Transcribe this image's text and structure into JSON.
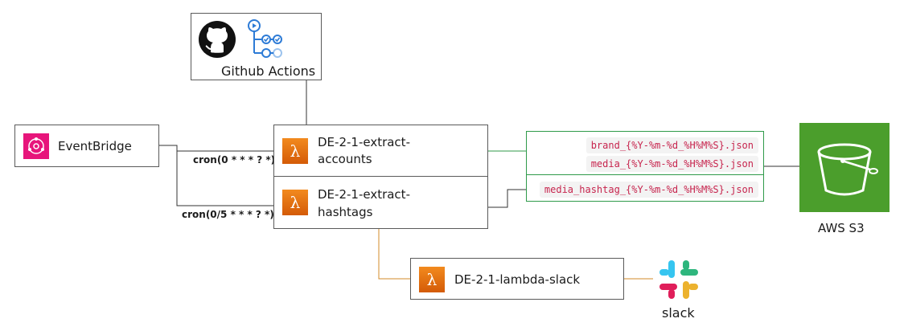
{
  "nodes": {
    "github": {
      "label": "Github Actions"
    },
    "eventbridge": {
      "label": "EventBridge"
    },
    "extract_accounts": {
      "label_line1": "DE-2-1-extract-",
      "label_line2": "accounts"
    },
    "extract_hashtags": {
      "label_line1": "DE-2-1-extract-",
      "label_line2": "hashtags"
    },
    "lambda_slack": {
      "label": "DE-2-1-lambda-slack"
    },
    "s3": {
      "label": "AWS S3"
    },
    "slack": {
      "label": "slack"
    }
  },
  "edges": {
    "cron_accounts": "cron(0 * * * ? *)",
    "cron_hashtags": "cron(0/5 * * * ? *)"
  },
  "files": {
    "brand": "brand_{%Y-%m-%d_%H%M%S}.json",
    "media": "media_{%Y-%m-%d_%H%M%S}.json",
    "media_hashtag": "media_hashtag_{%Y-%m-%d_%H%M%S}.json"
  },
  "colors": {
    "eventbridge": "#e7157b",
    "lambda": "#e8731a",
    "s3": "#4b9e2c",
    "file_border": "#2f9a4a",
    "file_text": "#c7254e",
    "slack_connector": "#d38b2a"
  },
  "icons": {
    "github": "github-octocat-icon",
    "actions": "github-actions-workflow-icon",
    "eventbridge": "eventbridge-icon",
    "lambda": "lambda-icon",
    "s3": "s3-bucket-icon",
    "slack": "slack-logo-icon"
  }
}
